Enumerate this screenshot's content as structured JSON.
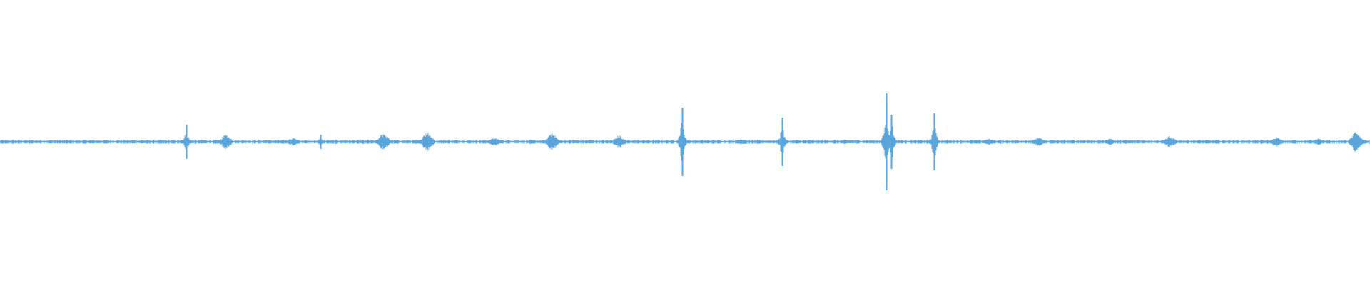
{
  "waveform": {
    "color": "#5aa6dc",
    "baseline_amplitude": 0.012,
    "transients": [
      {
        "t": 0.136,
        "amp": 0.12,
        "kind": "click"
      },
      {
        "t": 0.165,
        "amp": 0.06,
        "kind": "burst"
      },
      {
        "t": 0.214,
        "amp": 0.03,
        "kind": "burst"
      },
      {
        "t": 0.234,
        "amp": 0.05,
        "kind": "click"
      },
      {
        "t": 0.28,
        "amp": 0.07,
        "kind": "burst"
      },
      {
        "t": 0.312,
        "amp": 0.08,
        "kind": "burst"
      },
      {
        "t": 0.361,
        "amp": 0.035,
        "kind": "burst"
      },
      {
        "t": 0.403,
        "amp": 0.07,
        "kind": "burst"
      },
      {
        "t": 0.452,
        "amp": 0.05,
        "kind": "burst"
      },
      {
        "t": 0.498,
        "amp": 0.24,
        "kind": "click"
      },
      {
        "t": 0.541,
        "amp": 0.025,
        "kind": "burst"
      },
      {
        "t": 0.571,
        "amp": 0.17,
        "kind": "click"
      },
      {
        "t": 0.647,
        "amp": 0.34,
        "kind": "click"
      },
      {
        "t": 0.651,
        "amp": 0.19,
        "kind": "click"
      },
      {
        "t": 0.682,
        "amp": 0.2,
        "kind": "click"
      },
      {
        "t": 0.722,
        "amp": 0.025,
        "kind": "burst"
      },
      {
        "t": 0.758,
        "amp": 0.035,
        "kind": "burst"
      },
      {
        "t": 0.81,
        "amp": 0.025,
        "kind": "burst"
      },
      {
        "t": 0.854,
        "amp": 0.045,
        "kind": "burst"
      },
      {
        "t": 0.932,
        "amp": 0.035,
        "kind": "burst"
      },
      {
        "t": 0.962,
        "amp": 0.025,
        "kind": "burst"
      },
      {
        "t": 0.99,
        "amp": 0.09,
        "kind": "burst"
      }
    ]
  }
}
